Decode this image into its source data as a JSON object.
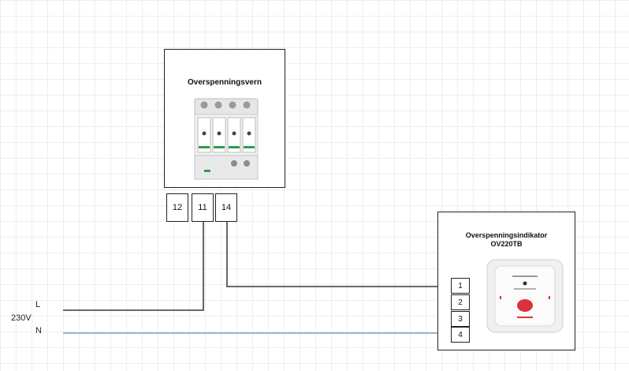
{
  "surge_protector": {
    "title": "Overspenningsvern",
    "terminals": [
      "12",
      "11",
      "14"
    ]
  },
  "indicator": {
    "title_line1": "Overspenningsindikator",
    "title_line2": "OV220TB",
    "terminals": [
      "1",
      "2",
      "3",
      "4"
    ]
  },
  "supply": {
    "voltage": "230V",
    "line": "L",
    "neutral": "N"
  },
  "colors": {
    "wire": "#555555",
    "neutral_wire": "#8fb8d8",
    "module_green": "#2e9e45",
    "indicator_button": "#d8333c"
  }
}
